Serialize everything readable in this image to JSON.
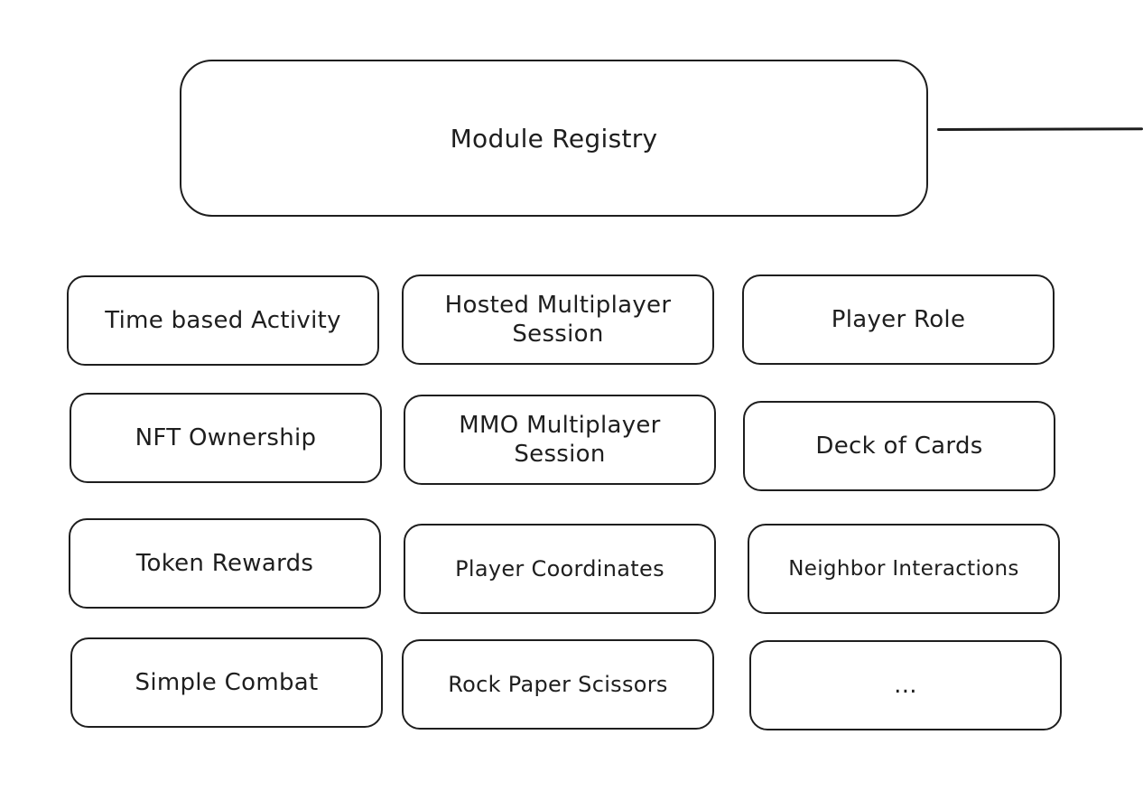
{
  "registry": {
    "label": "Module Registry"
  },
  "modules": [
    {
      "label": "Time based Activity"
    },
    {
      "label": "Hosted Multiplayer Session"
    },
    {
      "label": "Player Role"
    },
    {
      "label": "NFT Ownership"
    },
    {
      "label": "MMO Multiplayer Session"
    },
    {
      "label": "Deck of Cards"
    },
    {
      "label": "Token Rewards"
    },
    {
      "label": "Player Coordinates"
    },
    {
      "label": "Neighbor Interactions"
    },
    {
      "label": "Simple Combat"
    },
    {
      "label": "Rock Paper Scissors"
    },
    {
      "label": "..."
    }
  ],
  "colors": {
    "stroke": "#1e1e1e",
    "background": "#ffffff"
  }
}
